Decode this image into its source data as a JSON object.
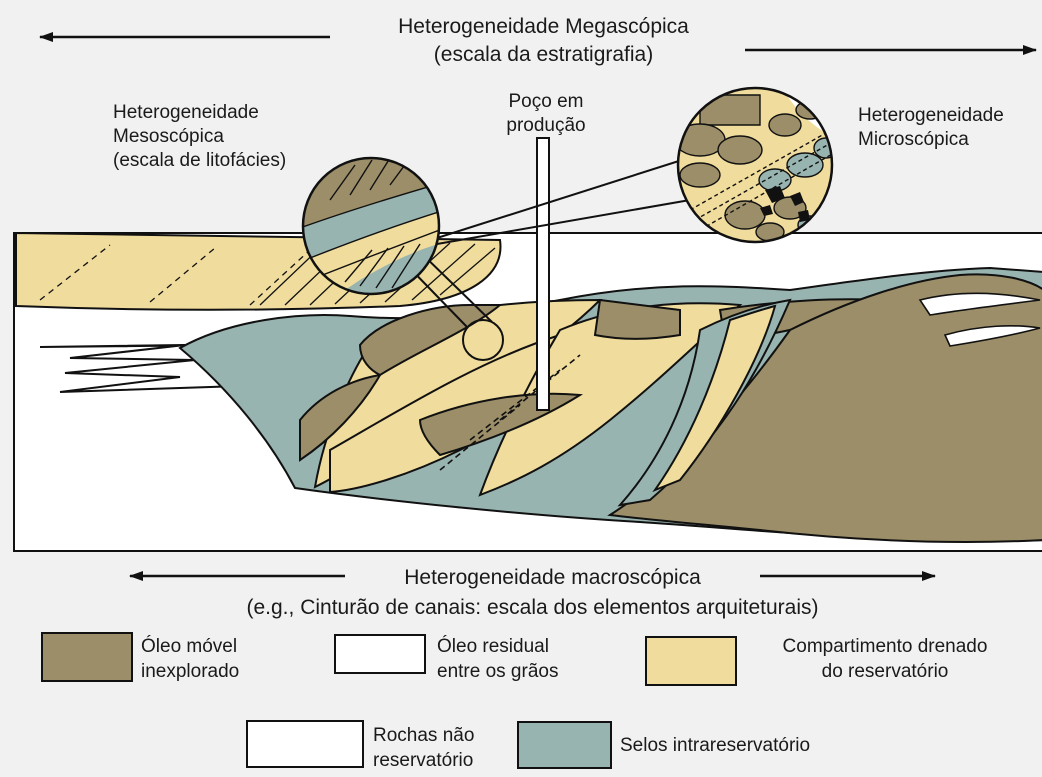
{
  "colors": {
    "background": "#f1f1f1",
    "oil_unexplored": "#9b8e68",
    "drained": "#f0dc9c",
    "seal": "#98b4b0",
    "non_reservoir": "#ffffff",
    "line": "#111111"
  },
  "mega": {
    "title": "Heterogeneidade Megascópica",
    "subtitle": "(escala da estratigrafia)"
  },
  "meso": {
    "line1": "Heterogeneidade",
    "line2": "Mesoscópica",
    "line3": "(escala de litofácies)"
  },
  "well": {
    "line1": "Poço em",
    "line2": "produção"
  },
  "micro": {
    "line1": "Heterogeneidade",
    "line2": "Microscópica"
  },
  "macro": {
    "title": "Heterogeneidade macroscópica",
    "subtitle": "(e.g., Cinturão de canais: escala dos elementos arquiteturais)"
  },
  "legend": {
    "oil_unexplored": {
      "line1": "Óleo móvel",
      "line2": "inexplorado"
    },
    "residual": {
      "line1": "Óleo residual",
      "line2": "entre os grãos"
    },
    "drained": {
      "line1": "Compartimento drenado",
      "line2": "do reservatório"
    },
    "non_reservoir": {
      "line1": "Rochas não",
      "line2": "reservatório"
    },
    "seal": {
      "line1": "Selos intrareservatório"
    }
  }
}
